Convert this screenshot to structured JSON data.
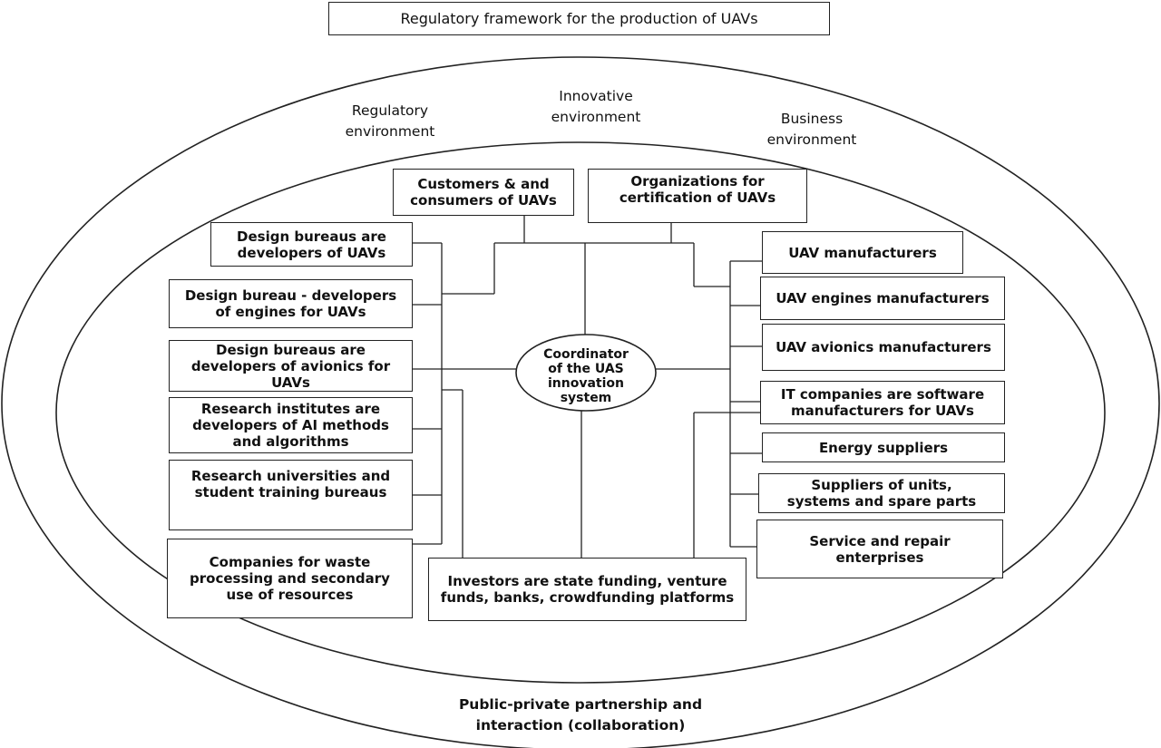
{
  "title": "Regulatory framework for the production of UAVs",
  "environments": {
    "regulatory": "Regulatory\nenvironment",
    "innovative": "Innovative\nenvironment",
    "business": "Business\nenvironment"
  },
  "bottom_label": "Public-private partnership and\ninteraction (collaboration)",
  "coordinator": "Coordinator\nof the UAS\ninnovation\nsystem",
  "top_boxes": {
    "customers": "Customers & and\nconsumers of UAVs",
    "certification": "Organizations for\ncertification of UAVs"
  },
  "left_boxes": [
    "Design bureaus are\ndevelopers of UAVs",
    "Design bureau - developers\nof engines for UAVs",
    "Design bureaus are\ndevelopers of avionics for\nUAVs",
    "Research institutes are\ndevelopers of AI methods\nand algorithms",
    "Research universities and\nstudent training bureaus",
    "Companies for waste\nprocessing and secondary\nuse of resources"
  ],
  "right_boxes": [
    "UAV manufacturers",
    "UAV engines manufacturers",
    "UAV avionics manufacturers",
    "IT companies are software\nmanufacturers for UAVs",
    "Energy suppliers",
    "Suppliers of units,\nsystems and spare parts",
    "Service and repair\nenterprises"
  ],
  "investors": "Investors are state funding, venture\nfunds, banks, crowdfunding platforms"
}
